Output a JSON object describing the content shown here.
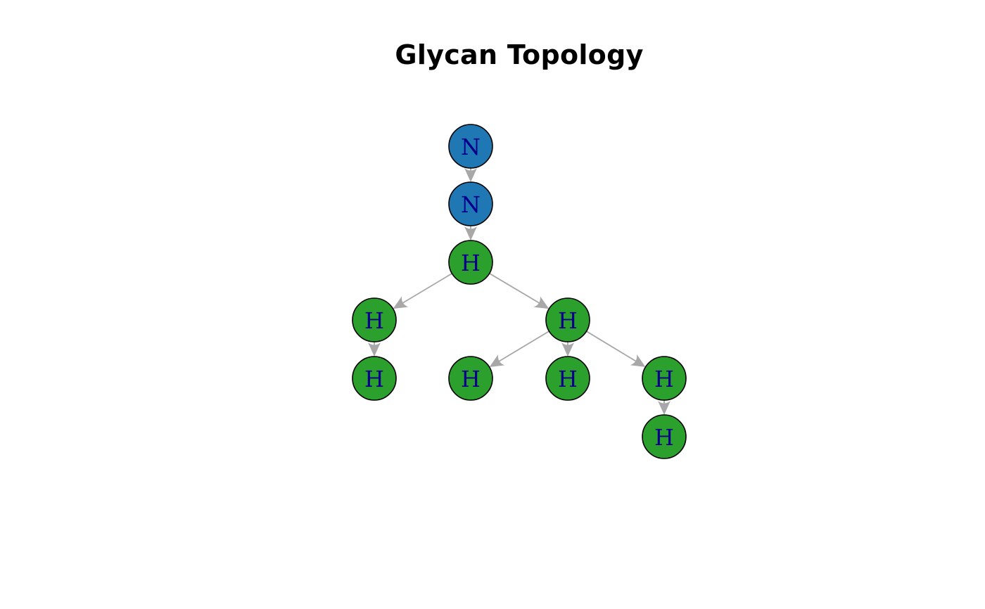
{
  "title": "Glycan Topology",
  "colors": {
    "N": "#1f77b4",
    "H": "#2ca02c",
    "label": "#00008b",
    "edge": "#a8a8a8",
    "border": "#000000"
  },
  "nodes": [
    {
      "id": "n1",
      "label": "N",
      "type": "N"
    },
    {
      "id": "n2",
      "label": "N",
      "type": "N"
    },
    {
      "id": "h1",
      "label": "H",
      "type": "H"
    },
    {
      "id": "h2",
      "label": "H",
      "type": "H"
    },
    {
      "id": "h3",
      "label": "H",
      "type": "H"
    },
    {
      "id": "h4",
      "label": "H",
      "type": "H"
    },
    {
      "id": "h5",
      "label": "H",
      "type": "H"
    },
    {
      "id": "h6",
      "label": "H",
      "type": "H"
    },
    {
      "id": "h7",
      "label": "H",
      "type": "H"
    },
    {
      "id": "h8",
      "label": "H",
      "type": "H"
    }
  ],
  "edges": [
    {
      "from": "n1",
      "to": "n2"
    },
    {
      "from": "n2",
      "to": "h1"
    },
    {
      "from": "h1",
      "to": "h2"
    },
    {
      "from": "h1",
      "to": "h3"
    },
    {
      "from": "h2",
      "to": "h4"
    },
    {
      "from": "h3",
      "to": "h5"
    },
    {
      "from": "h3",
      "to": "h6"
    },
    {
      "from": "h3",
      "to": "h7"
    },
    {
      "from": "h7",
      "to": "h8"
    }
  ]
}
